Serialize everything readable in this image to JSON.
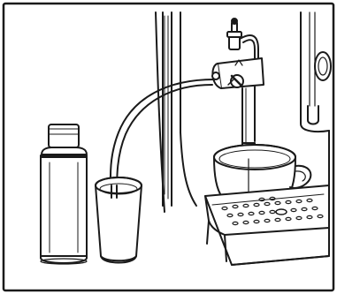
{
  "illustration": {
    "subject": "coffee-machine-milk-system-cleaning",
    "colors": {
      "line": "#1a1a1a",
      "fill": "#ffffff",
      "frame": "#1a1a1a"
    },
    "elements": [
      "cleaner-bottle",
      "cleaning-container",
      "milk-hose",
      "frother-nozzle",
      "coffee-machine-body",
      "cup",
      "drip-tray-grid"
    ]
  }
}
